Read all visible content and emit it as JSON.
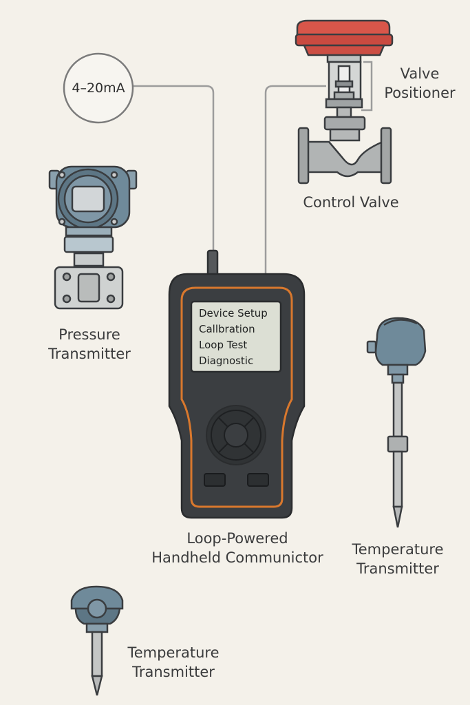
{
  "signal_badge": "4–20mA",
  "devices": {
    "pressure_transmitter": [
      "Pressure",
      "Transmitter"
    ],
    "valve_positioner": [
      "Valve",
      "Positioner"
    ],
    "control_valve": "Control Valve",
    "temperature_transmitter_right": [
      "Temperature",
      "Transmitter"
    ],
    "temperature_transmitter_bottom": [
      "Temperature",
      "Transmitter"
    ],
    "communicator": [
      "Loop-Powered",
      "Handheld Communictor"
    ]
  },
  "screen_menu": [
    "Device Setup",
    "Callbration",
    "Loop Test",
    "Diagnostic"
  ],
  "colors": {
    "background": "#f4f1ea",
    "device_body": "#3b3e41",
    "orange_trim": "#d9782d",
    "lcd": "#dcdfd4",
    "actuator": "#d8564a",
    "transmitter_blue": "#6f8a9a",
    "wire": "#9c9c9c"
  }
}
